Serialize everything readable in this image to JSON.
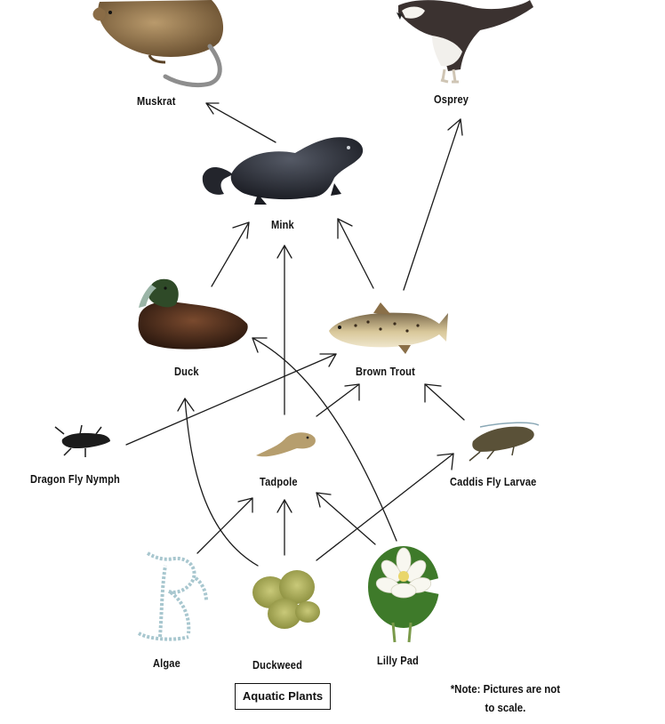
{
  "organisms": {
    "muskrat": "Muskrat",
    "osprey": "Osprey",
    "mink": "Mink",
    "duck": "Duck",
    "brown_trout": "Brown Trout",
    "dragon_fly_nymph": "Dragon Fly Nymph",
    "tadpole": "Tadpole",
    "caddis_fly_larvae": "Caddis Fly Larvae",
    "algae": "Algae",
    "duckweed": "Duckweed",
    "lilly_pad": "Lilly Pad"
  },
  "group_label": "Aquatic Plants",
  "note": {
    "line1": "*Note: Pictures are not",
    "line2": "to scale."
  },
  "colors": {
    "arrow": "#1a1a1a",
    "text": "#111111",
    "background": "#ffffff"
  },
  "icons": [
    "muskrat-illustration",
    "osprey-illustration",
    "mink-illustration",
    "duck-illustration",
    "brown-trout-illustration",
    "dragon-fly-nymph-illustration",
    "tadpole-illustration",
    "caddis-fly-larvae-illustration",
    "algae-illustration",
    "duckweed-illustration",
    "lilly-pad-illustration"
  ]
}
